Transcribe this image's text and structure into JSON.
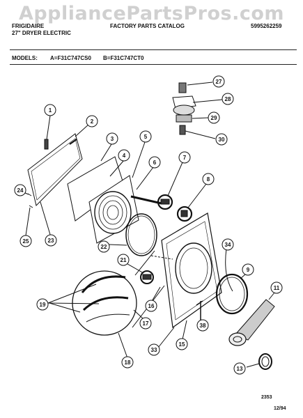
{
  "watermark": "AppliancePartsPros.com",
  "header": {
    "brand": "FRIGIDAIRE",
    "product": "27\" DRYER ELECTRIC",
    "catalog": "FACTORY PARTS CATALOG",
    "catalog_number": "5995262259",
    "models_label": "MODELS:",
    "model_a": "A=F31C747CS0",
    "model_b": "B=F31C747CT0"
  },
  "callouts": [
    "1",
    "2",
    "3",
    "4",
    "5",
    "6",
    "7",
    "8",
    "9",
    "11",
    "13",
    "15",
    "16",
    "17",
    "18",
    "19",
    "21",
    "22",
    "23",
    "24",
    "25",
    "27",
    "28",
    "29",
    "30",
    "33",
    "34",
    "38"
  ],
  "footer": {
    "code": "2353",
    "date": "12/94"
  }
}
